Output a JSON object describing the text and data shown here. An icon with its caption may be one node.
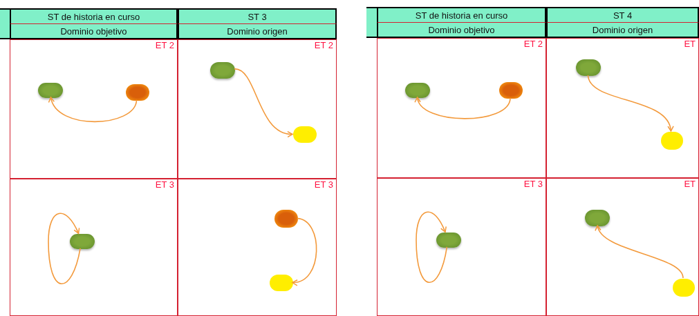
{
  "diagram": {
    "nodes": [
      {
        "text": [
          "ST de historia en curso"
        ]
      },
      {
        "text": [
          "ST 3"
        ]
      },
      {
        "text": [
          "Dominio objetivo"
        ]
      },
      {
        "text": [
          "Dominio origen"
        ]
      },
      {
        "text": [
          "ET 2"
        ]
      },
      {
        "text": [
          "ET 2"
        ]
      },
      {
        "text": [
          "ET 3"
        ]
      },
      {
        "text": [
          "ET 3"
        ]
      },
      {
        "text": [],
        "shape": "ellipse",
        "in": 4
      },
      {
        "text": [],
        "shape": "ellipse",
        "in": 4
      },
      {
        "text": [],
        "shape": "ellipse",
        "in": 5
      },
      {
        "text": [],
        "shape": "ellipse",
        "in": 5
      },
      {
        "text": [],
        "shape": "ellipse",
        "in": 6
      },
      {
        "text": [],
        "shape": "ellipse",
        "in": 7
      },
      {
        "text": [],
        "shape": "ellipse",
        "in": 7
      },
      {
        "text": [
          "ST de historia en curso"
        ]
      },
      {
        "text": [
          "ST 4"
        ]
      },
      {
        "text": [
          "Dominio objetivo"
        ]
      },
      {
        "text": [
          "Dominio origen"
        ]
      },
      {
        "text": [
          "ET 2"
        ]
      },
      {
        "text": [
          "ET"
        ]
      },
      {
        "text": [
          "ET 3"
        ]
      },
      {
        "text": [
          "ET"
        ]
      },
      {
        "text": [],
        "shape": "ellipse",
        "in": 19
      },
      {
        "text": [],
        "shape": "ellipse",
        "in": 19
      },
      {
        "text": [],
        "shape": "ellipse",
        "in": 20
      },
      {
        "text": [],
        "shape": "ellipse",
        "in": 20
      },
      {
        "text": [],
        "shape": "ellipse",
        "in": 21
      },
      {
        "text": [],
        "shape": "ellipse",
        "in": 22
      },
      {
        "text": [],
        "shape": "ellipse",
        "in": 22
      }
    ],
    "edges": [
      {
        "from": 9,
        "to": 8,
        "arrow": "to"
      },
      {
        "from": 10,
        "to": 11,
        "arrow": "to"
      },
      {
        "from": 12,
        "to": 12,
        "arrow": "to"
      },
      {
        "from": 13,
        "to": 14,
        "arrow": "to"
      },
      {
        "from": 24,
        "to": 23,
        "arrow": "to"
      },
      {
        "from": 25,
        "to": 26,
        "arrow": "to"
      },
      {
        "from": 27,
        "to": 27,
        "arrow": "to"
      },
      {
        "from": 29,
        "to": 28,
        "arrow": "to"
      }
    ]
  }
}
